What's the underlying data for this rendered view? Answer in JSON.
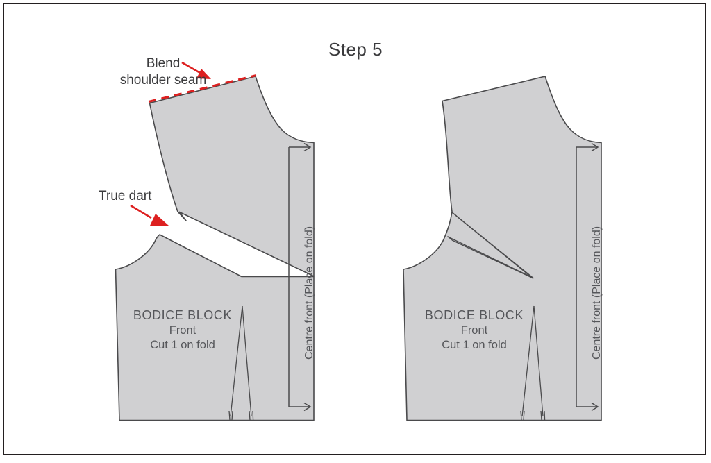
{
  "page": {
    "title": "Step 5",
    "background_color": "#ffffff",
    "border_color": "#231f20"
  },
  "colors": {
    "pattern_fill": "#d0d0d2",
    "pattern_stroke": "#4a4a4c",
    "annotation_red": "#dd2020",
    "text_grey": "#55565a",
    "title_grey": "#3b3b3d"
  },
  "annotations": [
    {
      "id": "blend-shoulder-seam",
      "line1": "Blend",
      "line2": "shoulder seam",
      "arrow_color": "#dd2020",
      "marker": "red-dashed-shoulder-line"
    },
    {
      "id": "true-dart",
      "line1": "True dart",
      "arrow_color": "#dd2020"
    }
  ],
  "patterns": [
    {
      "id": "bodice-left",
      "state": "dart-open",
      "label": {
        "name": "BODICE BLOCK",
        "piece": "Front",
        "cutting": "Cut 1 on fold"
      },
      "grainline": "Centre front (Place on fold)",
      "has_waist_dart": true,
      "has_shoulder_blend_marking": true,
      "has_true_dart_callout": true
    },
    {
      "id": "bodice-right",
      "state": "dart-closed",
      "label": {
        "name": "BODICE BLOCK",
        "piece": "Front",
        "cutting": "Cut 1 on fold"
      },
      "grainline": "Centre front (Place on fold)",
      "has_waist_dart": true,
      "has_shoulder_blend_marking": false,
      "has_true_dart_callout": false
    }
  ]
}
